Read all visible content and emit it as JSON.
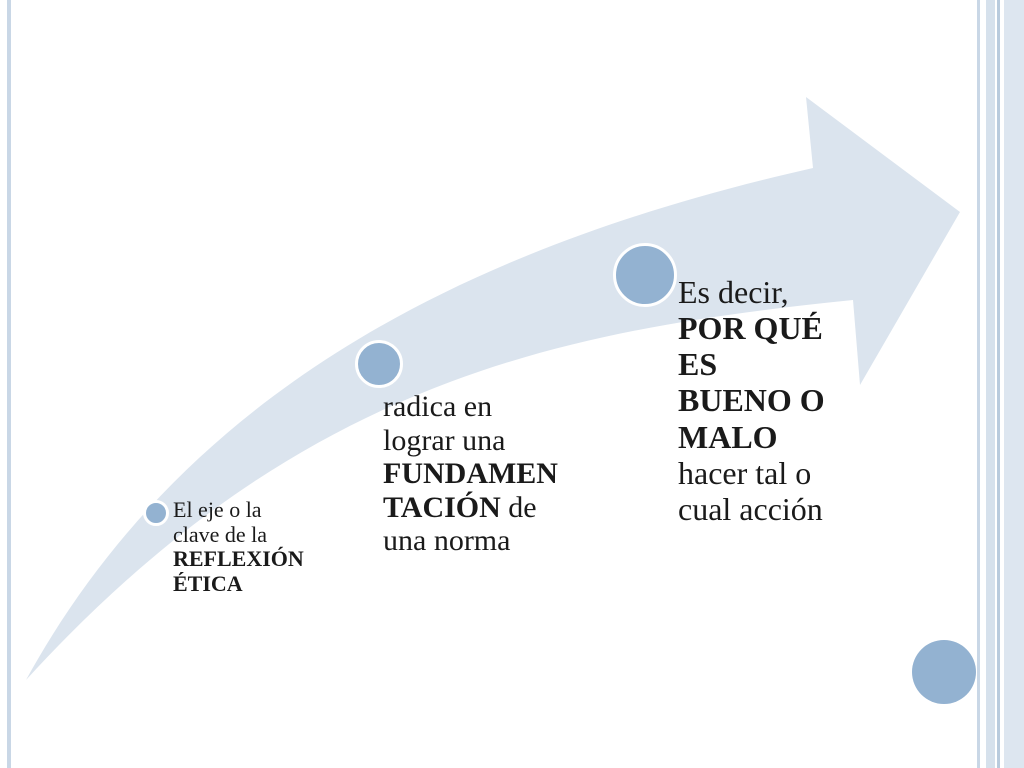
{
  "steps": [
    {
      "line1": "El eje o la",
      "line2": "clave de la",
      "bold1": "REFLEXIÓN",
      "bold2": "ÉTICA"
    },
    {
      "line1": "radica en",
      "line2": "lograr una",
      "bold1": "FUNDAMEN",
      "bold2": "TACIÓN",
      "after_bold": " de",
      "line5": "una norma"
    },
    {
      "line1": "Es decir,",
      "bold1": "POR QUÉ",
      "bold2": "ES",
      "bold3": "BUENO O",
      "bold4": "MALO",
      "line6": "hacer tal o",
      "line7": "cual acción"
    }
  ],
  "colors": {
    "arrow": "#dbe4ee",
    "dot": "#93b2d1",
    "border": "#c9d7e6"
  },
  "icons": {
    "arrow": "curved-arrow-icon",
    "marker": "circle-marker-icon"
  }
}
